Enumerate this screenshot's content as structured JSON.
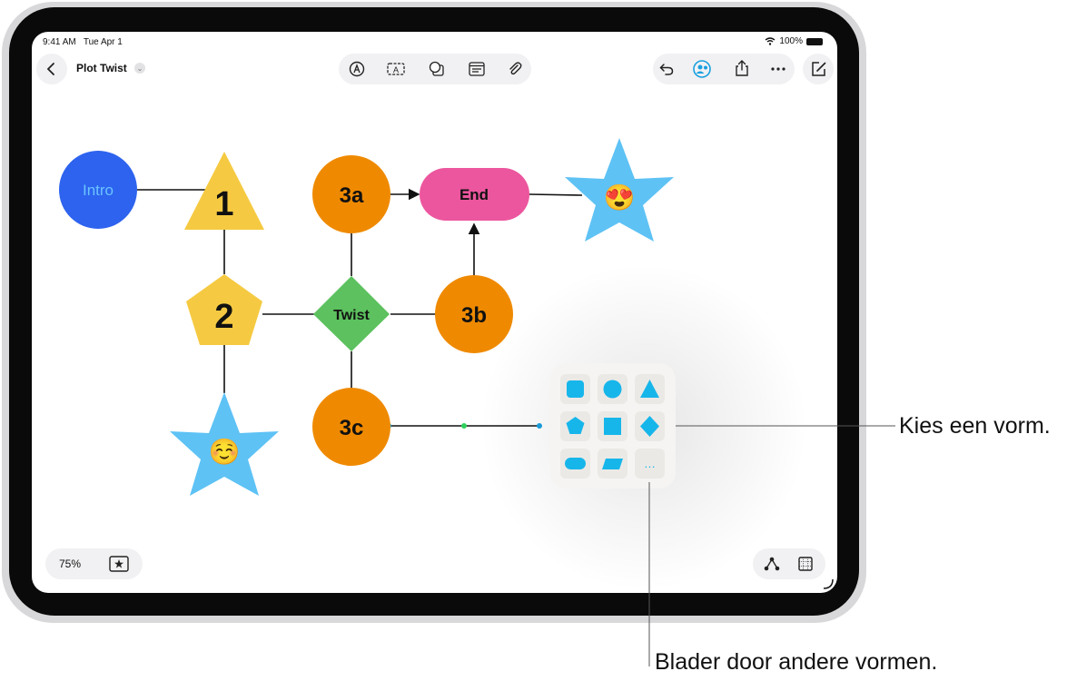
{
  "status_bar": {
    "time": "9:41 AM",
    "date": "Tue Apr 1",
    "battery": "100%"
  },
  "toolbar": {
    "document_title": "Plot Twist"
  },
  "board": {
    "nodes": {
      "intro": "Intro",
      "one": "1",
      "two": "2",
      "three_a": "3a",
      "three_b": "3b",
      "three_c": "3c",
      "twist": "Twist",
      "end": "End",
      "emoji_love": "😍",
      "emoji_smile": "☺️"
    },
    "shape_picker_more": "…"
  },
  "bottom_bar": {
    "zoom": "75%"
  },
  "callouts": {
    "choose_shape": "Kies een vorm.",
    "browse_shapes": "Blader door andere vormen."
  },
  "colors": {
    "intro_blue": "#2d63ee",
    "triangle_yellow": "#f5ca42",
    "orange": "#ef8a00",
    "pink": "#ec569e",
    "green": "#5cc15e",
    "star_blue": "#5ec2f5",
    "picker_cyan": "#17b6ea"
  }
}
